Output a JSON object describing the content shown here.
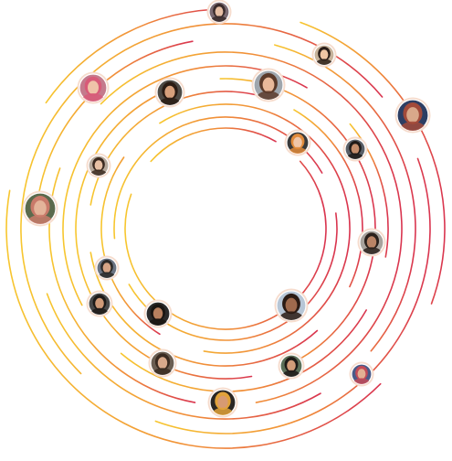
{
  "palette": {
    "ring_start": "#f7c62f",
    "ring_mid": "#f08a3a",
    "ring_end": "#d9344f",
    "avatar_border": "#f6dccd"
  },
  "avatars": [
    {
      "id": "avatar-top",
      "bg": "#7b6a72",
      "hair": "#3a2a2a",
      "skin": "#e7bfa5"
    },
    {
      "id": "avatar-upper-right-glasses",
      "bg": "#c6b29a",
      "hair": "#2b1e18",
      "skin": "#efc5a3"
    },
    {
      "id": "avatar-pink-hair",
      "bg": "#c47a8c",
      "hair": "#d85a78",
      "skin": "#efc2a8"
    },
    {
      "id": "avatar-headphones-center",
      "bg": "#9fa6ad",
      "hair": "#5b3a2a",
      "skin": "#e9b99a"
    },
    {
      "id": "avatar-right-edge",
      "bg": "#2d3e63",
      "hair": "#a24a3a",
      "skin": "#d9a88a"
    },
    {
      "id": "avatar-smiling-man",
      "bg": "#4d4a45",
      "hair": "#2a1c14",
      "skin": "#d6a07c"
    },
    {
      "id": "avatar-orange-hair",
      "bg": "#3a3a3a",
      "hair": "#e08a3a",
      "skin": "#f0c6a8"
    },
    {
      "id": "avatar-man-dark",
      "bg": "#5a5f67",
      "hair": "#1f1a17",
      "skin": "#c58e6c"
    },
    {
      "id": "avatar-left-inner",
      "bg": "#b7a99c",
      "hair": "#3b2a20",
      "skin": "#e8c0a4"
    },
    {
      "id": "avatar-left-edge",
      "bg": "#5b6a4d",
      "hair": "#c97a6a",
      "skin": "#e4b49a"
    },
    {
      "id": "avatar-right-mid",
      "bg": "#a7a29c",
      "hair": "#2a211c",
      "skin": "#b98466"
    },
    {
      "id": "avatar-lower-left-a",
      "bg": "#6a7382",
      "hair": "#2d2a28",
      "skin": "#d7a485"
    },
    {
      "id": "avatar-lower-left-b",
      "bg": "#4a4a4a",
      "hair": "#1d1a18",
      "skin": "#cf9a78"
    },
    {
      "id": "avatar-laughing",
      "bg": "#2a2a2a",
      "hair": "#1a1512",
      "skin": "#b7805f"
    },
    {
      "id": "avatar-curly-center",
      "bg": "#b7c6d6",
      "hair": "#2b1b14",
      "skin": "#9f6a4d"
    },
    {
      "id": "avatar-bottom-left",
      "bg": "#6b5e52",
      "hair": "#3a2b21",
      "skin": "#d8a98b"
    },
    {
      "id": "avatar-bottom-right-a",
      "bg": "#5b6f58",
      "hair": "#1e1a17",
      "skin": "#d29c79"
    },
    {
      "id": "avatar-bottom-right-b",
      "bg": "#4b5b88",
      "hair": "#c24a57",
      "skin": "#e3b093"
    },
    {
      "id": "avatar-bottom",
      "bg": "#2a2623",
      "hair": "#e1a23a",
      "skin": "#d79a72"
    }
  ]
}
